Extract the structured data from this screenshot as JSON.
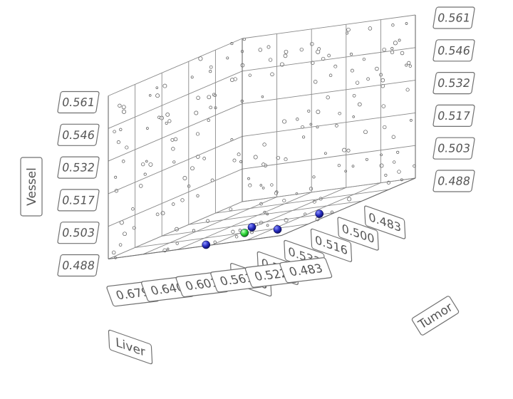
{
  "chart_data": {
    "type": "scatter3d",
    "axes": {
      "x": {
        "label": "Liver",
        "ticks": [
          "0.483",
          "0.500",
          "0.516",
          "0.533",
          "0.549",
          "0.566"
        ],
        "range": [
          0.483,
          0.566
        ]
      },
      "y": {
        "label": "Tumor",
        "ticks": [
          "0.679",
          "0.640",
          "0.601",
          "0.561",
          "0.522",
          "0.483"
        ],
        "range": [
          0.483,
          0.679
        ]
      },
      "z": {
        "label": "Vessel",
        "ticks": [
          "0.488",
          "0.503",
          "0.517",
          "0.532",
          "0.546",
          "0.561"
        ],
        "range": [
          0.488,
          0.561
        ]
      }
    },
    "grid": true,
    "points": [
      {
        "x": 0.531,
        "y": 0.504,
        "z": 0.488,
        "color": "#2a2fc4"
      },
      {
        "x": 0.54,
        "y": 0.564,
        "z": 0.488,
        "color": "#2a2fc4"
      },
      {
        "x": 0.552,
        "y": 0.513,
        "z": 0.488,
        "color": "#2a2fc4"
      },
      {
        "x": 0.55,
        "y": 0.554,
        "z": 0.488,
        "color": "#2ed83a"
      },
      {
        "x": 0.564,
        "y": 0.572,
        "z": 0.488,
        "color": "#2a2fc4"
      }
    ]
  }
}
